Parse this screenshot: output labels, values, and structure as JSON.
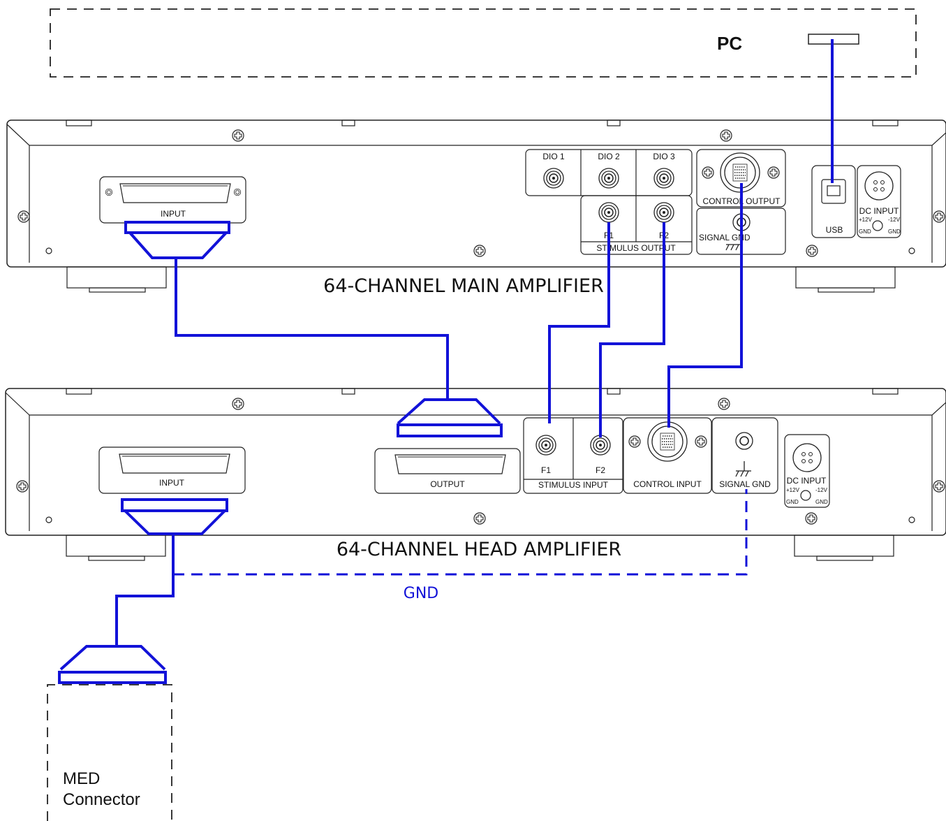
{
  "pc_label": "PC",
  "main_amp": {
    "title": "64-CHANNEL MAIN AMPLIFIER",
    "input_label": "INPUT",
    "dio1": "DIO 1",
    "dio2": "DIO 2",
    "dio3": "DIO 3",
    "f1": "F1",
    "f2": "F2",
    "stimulus_output": "STIMULUS OUTPUT",
    "control_output": "CONTROL OUTPUT",
    "signal_gnd": "SIGNAL GND",
    "usb": "USB",
    "dc_input": "DC INPUT",
    "plus12": "+12V",
    "minus12": "-12V",
    "gnd": "GND"
  },
  "head_amp": {
    "title": "64-CHANNEL HEAD AMPLIFIER",
    "input_label": "INPUT",
    "output_label": "OUTPUT",
    "f1": "F1",
    "f2": "F2",
    "stimulus_input": "STIMULUS INPUT",
    "control_input": "CONTROL INPUT",
    "signal_gnd": "SIGNAL GND",
    "dc_input": "DC INPUT",
    "plus12": "+12V",
    "minus12": "-12V",
    "gnd": "GND"
  },
  "gnd_label": "GND",
  "med_connector": [
    "MED",
    "Connector"
  ],
  "colors": {
    "wire": "#1212d8",
    "outline": "#222222"
  }
}
